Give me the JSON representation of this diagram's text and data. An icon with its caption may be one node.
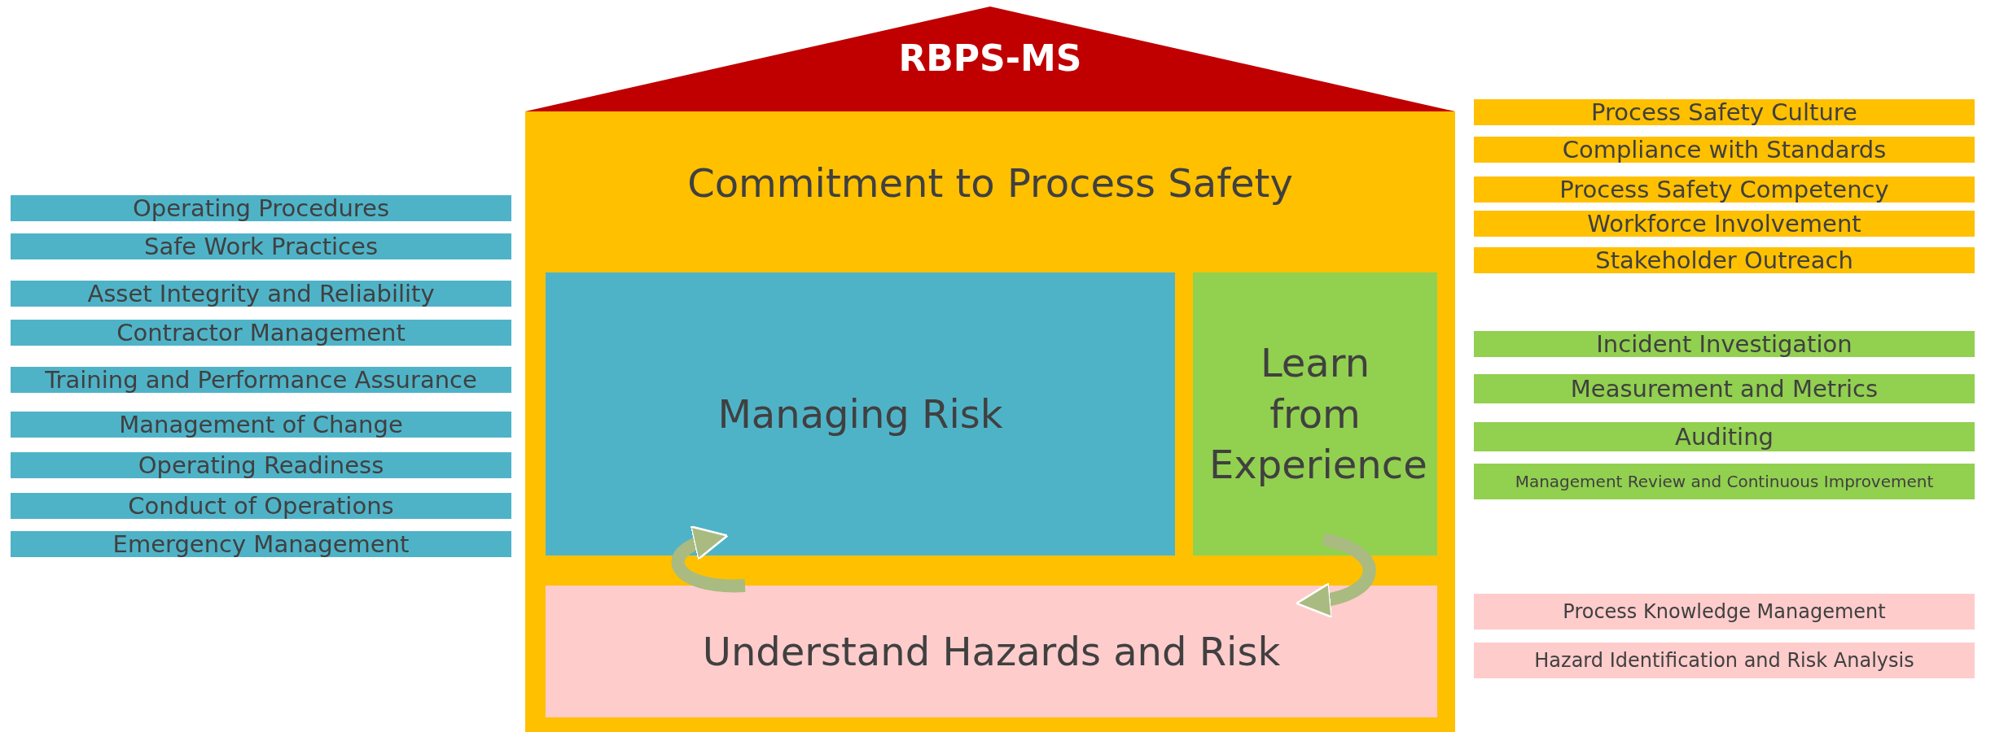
{
  "diagram": {
    "nodes": [
      {
        "text": [
          "RBPS-MS"
        ]
      },
      {
        "text": [
          "Commitment to Process Safety"
        ]
      },
      {
        "text": [
          "Managing Risk"
        ],
        "in": 1
      },
      {
        "text": [
          "Learn from Experience"
        ],
        "in": 1
      },
      {
        "text": [
          "Understand Hazards and Risk"
        ],
        "in": 1
      },
      {
        "text": [
          "Operating Procedures"
        ]
      },
      {
        "text": [
          "Safe Work Practices"
        ]
      },
      {
        "text": [
          "Asset Integrity and Reliability"
        ]
      },
      {
        "text": [
          "Contractor Management"
        ]
      },
      {
        "text": [
          "Training and Performance Assurance"
        ]
      },
      {
        "text": [
          "Management of Change"
        ]
      },
      {
        "text": [
          "Operating Readiness"
        ]
      },
      {
        "text": [
          "Conduct of Operations"
        ]
      },
      {
        "text": [
          "Emergency Management"
        ]
      },
      {
        "text": [
          "Process Safety Culture"
        ]
      },
      {
        "text": [
          "Compliance with Standards"
        ]
      },
      {
        "text": [
          "Process Safety Competency"
        ]
      },
      {
        "text": [
          "Workforce Involvement"
        ]
      },
      {
        "text": [
          "Stakeholder Outreach"
        ]
      },
      {
        "text": [
          "Incident Investigation"
        ]
      },
      {
        "text": [
          "Measurement and Metrics"
        ]
      },
      {
        "text": [
          "Auditing"
        ]
      },
      {
        "text": [
          "Management Review and Continuous Improvement"
        ]
      },
      {
        "text": [
          "Process Knowledge Management"
        ]
      },
      {
        "text": [
          "Hazard Identification and Risk Analysis"
        ]
      }
    ],
    "edges": [
      {
        "from": 4,
        "to": 2,
        "arrow": "to"
      },
      {
        "from": 3,
        "to": 4,
        "arrow": "to"
      }
    ]
  }
}
